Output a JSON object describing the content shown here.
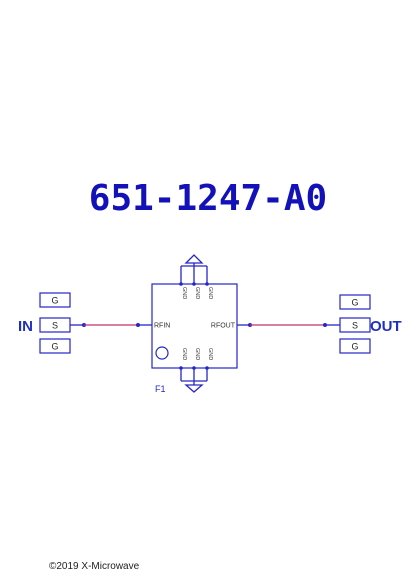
{
  "title": "651-1247-A0",
  "ports": {
    "input_label": "IN",
    "output_label": "OUT"
  },
  "pads": {
    "ground": "G",
    "signal": "S"
  },
  "component": {
    "ref": "F1",
    "pin_in": "RFIN",
    "pin_out": "RFOUT",
    "gnd_pin": "GND"
  },
  "footer": {
    "copyright": "©2019 X-Microwave"
  },
  "colors": {
    "title": "#1212b8",
    "outline": "#2626c8",
    "rf_trace": "#c0306a"
  }
}
